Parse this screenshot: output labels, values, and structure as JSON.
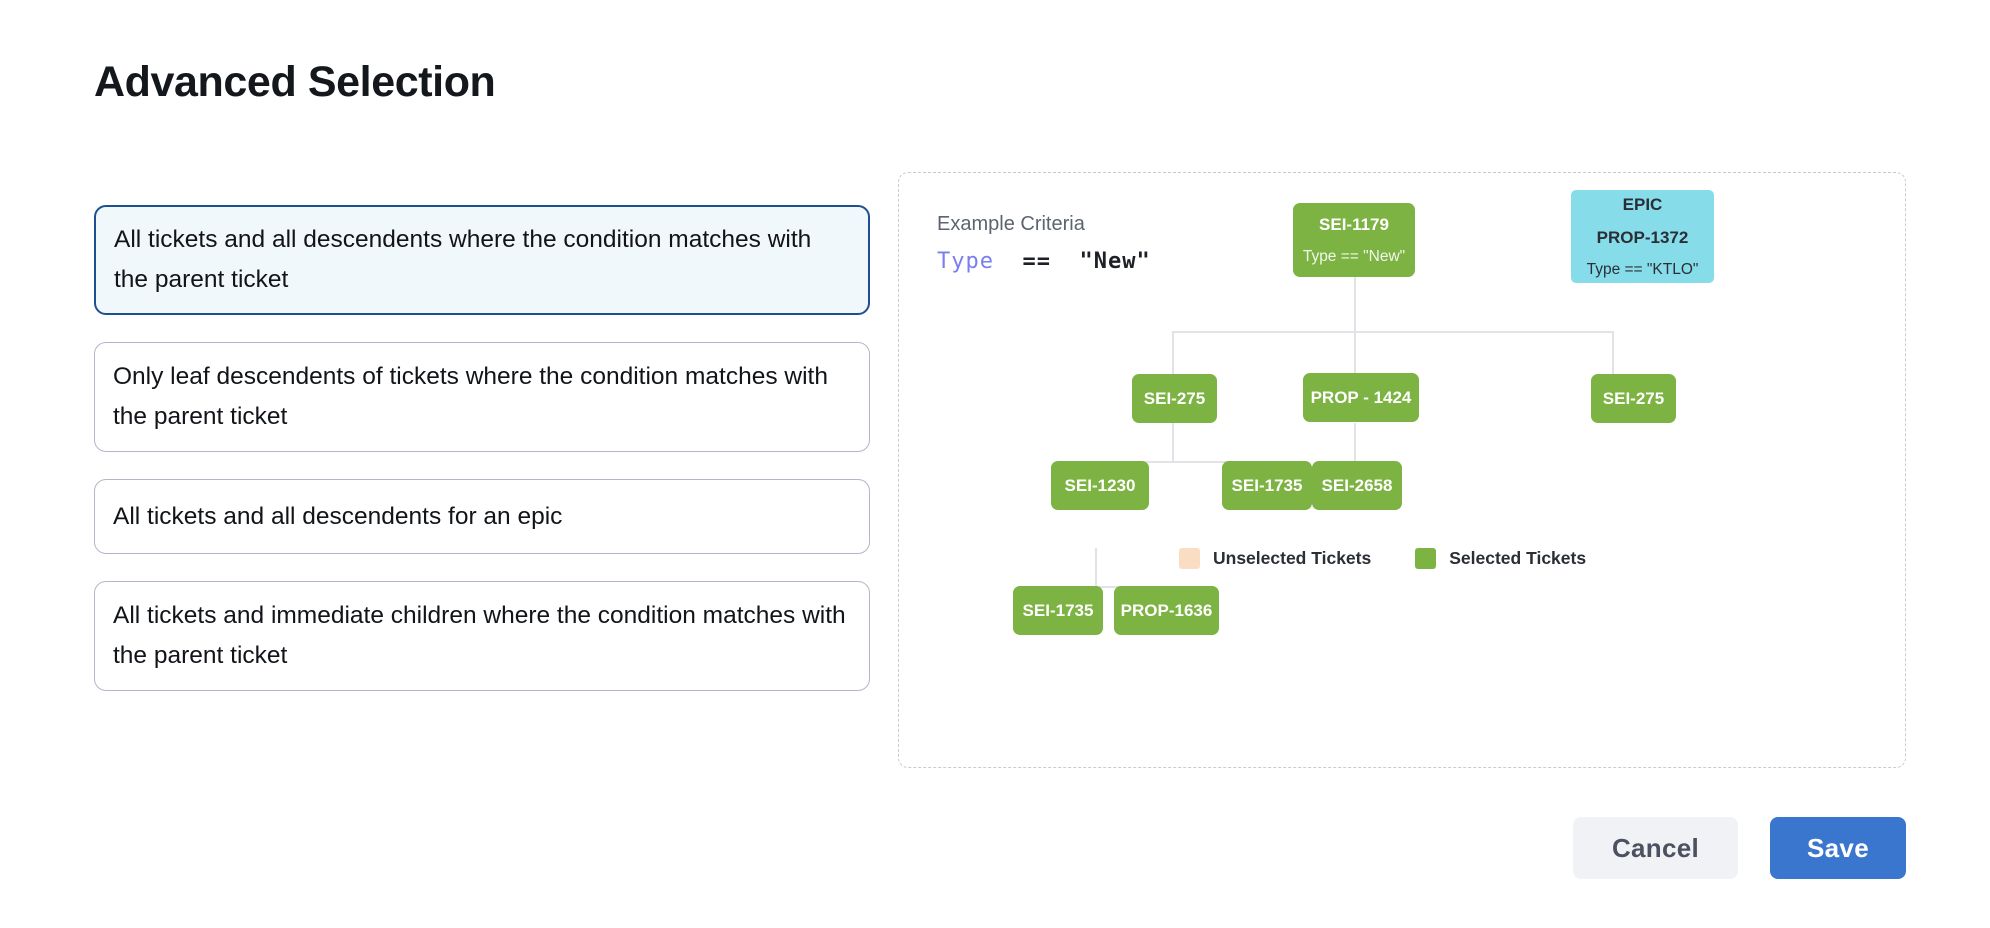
{
  "page": {
    "title": "Advanced Selection"
  },
  "options": [
    {
      "label": "All tickets and all descendents where the condition matches with the parent ticket",
      "selected": true,
      "lines": 2
    },
    {
      "label": "Only leaf descendents of tickets where the condition matches with the parent ticket",
      "selected": false,
      "lines": 2
    },
    {
      "label": "All tickets and all descendents for an epic",
      "selected": false,
      "lines": 1
    },
    {
      "label": "All tickets and immediate children where the condition matches with the parent ticket",
      "selected": false,
      "lines": 2
    }
  ],
  "diagram": {
    "criteria_title": "Example Criteria",
    "criteria_field": "Type",
    "criteria_operator": "==",
    "criteria_value": "\"New\"",
    "nodes": {
      "root": {
        "title": "SEI-1179",
        "subtitle": "Type == \"New\""
      },
      "epic": {
        "kind": "EPIC",
        "title": "PROP-1372",
        "subtitle": "Type == \"KTLO\""
      },
      "child_l": {
        "title": "SEI-275"
      },
      "child_m": {
        "title": "PROP - 1424"
      },
      "child_r": {
        "title": "SEI-275"
      },
      "gc_1230": {
        "title": "SEI-1230"
      },
      "gc_1735": {
        "title": "SEI-1735"
      },
      "gc_2658": {
        "title": "SEI-2658"
      },
      "ggc_1735": {
        "title": "SEI-1735"
      },
      "ggc_1636": {
        "title": "PROP-1636"
      }
    },
    "legend": [
      {
        "label": "Unselected Tickets",
        "color": "#fbddc4"
      },
      {
        "label": "Selected Tickets",
        "color": "#7cb342"
      }
    ]
  },
  "footer": {
    "cancel_label": "Cancel",
    "save_label": "Save"
  },
  "colors": {
    "selected_border": "#1f4f93",
    "selected_fill": "#f1f8fb",
    "node_green": "#7cb342",
    "node_epic": "#87dcea",
    "save_blue": "#3b76ce"
  }
}
